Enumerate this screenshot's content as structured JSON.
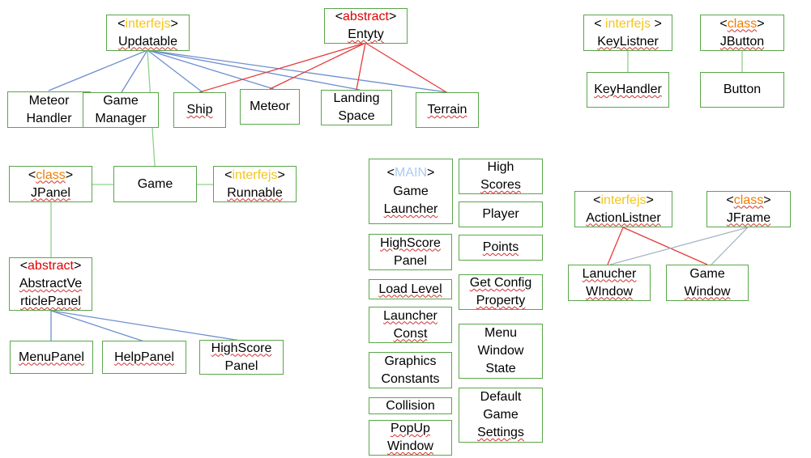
{
  "boxes": {
    "updatable": {
      "stereotype": "interfejs",
      "name": "Updatable"
    },
    "entyty": {
      "stereotype": "abstract",
      "name": "Entyty"
    },
    "keylistner": {
      "stereotype": "interfejs",
      "name": "KeyListner"
    },
    "jbutton": {
      "stereotype": "class",
      "name": "JButton"
    },
    "meteor_handler": {
      "line1": "Meteor",
      "line2": "Handler"
    },
    "game_manager": {
      "line1": "Game",
      "line2": "Manager"
    },
    "ship": {
      "name": "Ship"
    },
    "meteor": {
      "name": "Meteor"
    },
    "landing_space": {
      "line1": "Landing",
      "line2": "Space"
    },
    "terrain": {
      "name": "Terrain"
    },
    "keyhandler": {
      "name": "KeyHandler"
    },
    "button": {
      "name": "Button"
    },
    "jpanel": {
      "stereotype": "class",
      "name": "JPanel"
    },
    "game": {
      "name": "Game"
    },
    "runnable": {
      "stereotype": "interfejs",
      "name": "Runnable"
    },
    "main_launcher": {
      "stereotype": "MAIN",
      "line1": "Game",
      "line2": "Launcher"
    },
    "high_scores": {
      "line1": "High",
      "line2": "Scores"
    },
    "player": {
      "name": "Player"
    },
    "highscore_panel_mid": {
      "line1": "HighScore",
      "line2": "Panel"
    },
    "points": {
      "name": "Points"
    },
    "load_level": {
      "name": "Load Level"
    },
    "get_config": {
      "line1": "Get Config",
      "line2": "Property"
    },
    "launcher_const": {
      "line1": "Launcher",
      "line2": "Const"
    },
    "menu_window_state": {
      "line1": "Menu",
      "line2": "Window",
      "line3": "State"
    },
    "graphics_constants": {
      "line1": "Graphics",
      "line2": "Constants"
    },
    "collision": {
      "name": "Collision"
    },
    "default_settings": {
      "line1": "Default",
      "line2": "Game",
      "line3": "Settings"
    },
    "popup_window": {
      "line1": "PopUp",
      "line2": "Window"
    },
    "actionlistner": {
      "stereotype": "interfejs",
      "name": "ActionListner"
    },
    "jframe": {
      "stereotype": "class",
      "name": "JFrame"
    },
    "launcher_window": {
      "line1": "Lanucher",
      "line2": "WIndow"
    },
    "game_window": {
      "line1": "Game",
      "line2": "Window"
    },
    "abstract_panel": {
      "stereotype": "abstract",
      "line1": "AbstractVe",
      "line2": "rticlePanel"
    },
    "menupanel": {
      "name": "MenuPanel"
    },
    "helppanel": {
      "name": "HelpPanel"
    },
    "highscore_panel_bottom": {
      "line1": "HighScore",
      "line2": "Panel"
    }
  },
  "colors": {
    "box_border": "#5aa64a",
    "blue_link": "#6f8fd0",
    "red_link": "#e83a3a",
    "green_link": "#8fd08a",
    "gray_link": "#a7b7c7",
    "interfejs": "#f5c518",
    "abstract": "#e00000",
    "class": "#f07d00",
    "main": "#a9cdee"
  }
}
